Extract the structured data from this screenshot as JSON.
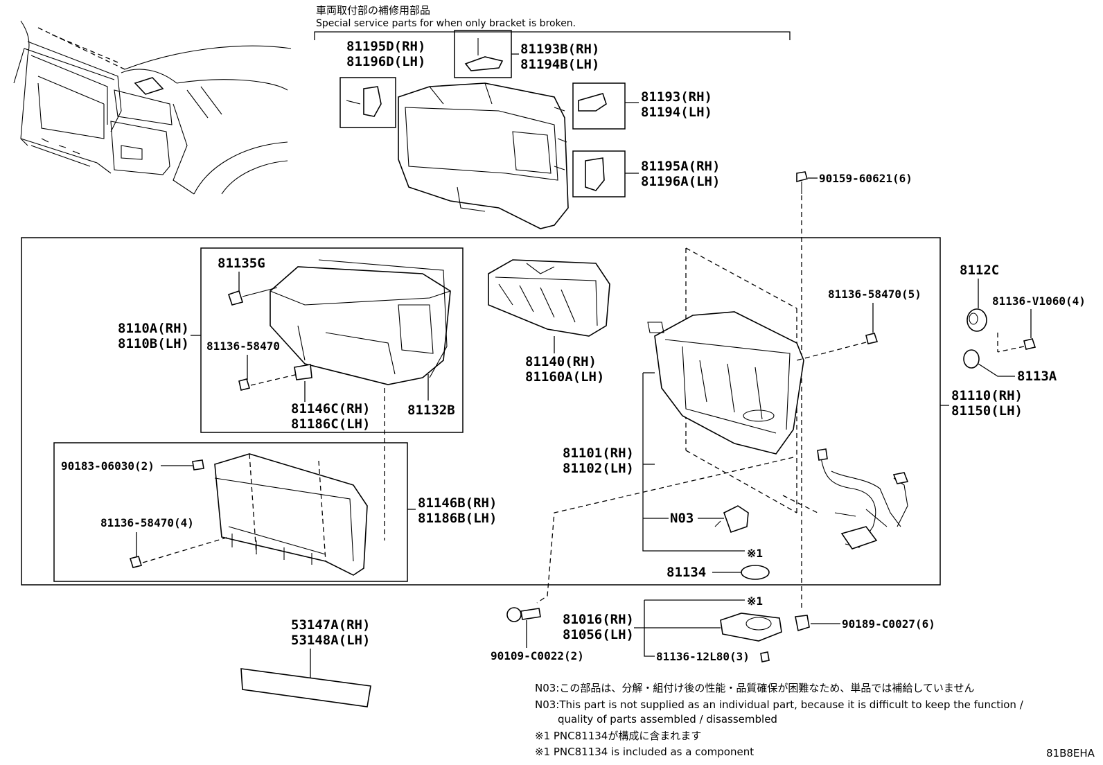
{
  "header": {
    "jp": "車両取付部の補修用部品",
    "en": "Special service parts for when only bracket is broken."
  },
  "labels": {
    "p81195D": "81195D(RH)",
    "p81196D": "81196D(LH)",
    "p81193B": "81193B(RH)",
    "p81194B": "81194B(LH)",
    "p81193": "81193(RH)",
    "p81194": "81194(LH)",
    "p81195A": "81195A(RH)",
    "p81196A": "81196A(LH)",
    "p90159": "90159-60621(6)",
    "p81135G": "81135G",
    "p8110A": "8110A(RH)",
    "p8110B": "8110B(LH)",
    "p81136a": "81136-58470",
    "p81146C": "81146C(RH)",
    "p81186C": "81186C(LH)",
    "p81132B": "81132B",
    "p81140": "81140(RH)",
    "p81160A": "81160A(LH)",
    "p81136b": "81136-58470(5)",
    "p8112C": "8112C",
    "p81136V": "81136-V1060(4)",
    "p8113A": "8113A",
    "p81110": "81110(RH)",
    "p81150": "81150(LH)",
    "p90183": "90183-06030(2)",
    "p81146B": "81146B(RH)",
    "p81186B": "81186B(LH)",
    "p81136c": "81136-58470(4)",
    "p81101": "81101(RH)",
    "p81102": "81102(LH)",
    "pN03": "N03",
    "pX1a": "※1",
    "p81134": "81134",
    "pX1b": "※1",
    "p81016": "81016(RH)",
    "p81056": "81056(LH)",
    "p90189": "90189-C0027(6)",
    "p90109": "90109-C0022(2)",
    "p81136d": "81136-12L80(3)",
    "p53147A": "53147A(RH)",
    "p53148A": "53148A(LH)"
  },
  "notes": {
    "n1": "N03:この部品は、分解・組付け後の性能・品質確保が困難なため、単品では補給していません",
    "n2": "N03:This part is not supplied as an individual part, because it is difficult to keep the function /",
    "n3": "quality of parts assembled / disassembled",
    "n4": "※1 PNC81134が構成に含まれます",
    "n5": "※1 PNC81134 is included as a component"
  },
  "diagram_code": "81B8EHA"
}
